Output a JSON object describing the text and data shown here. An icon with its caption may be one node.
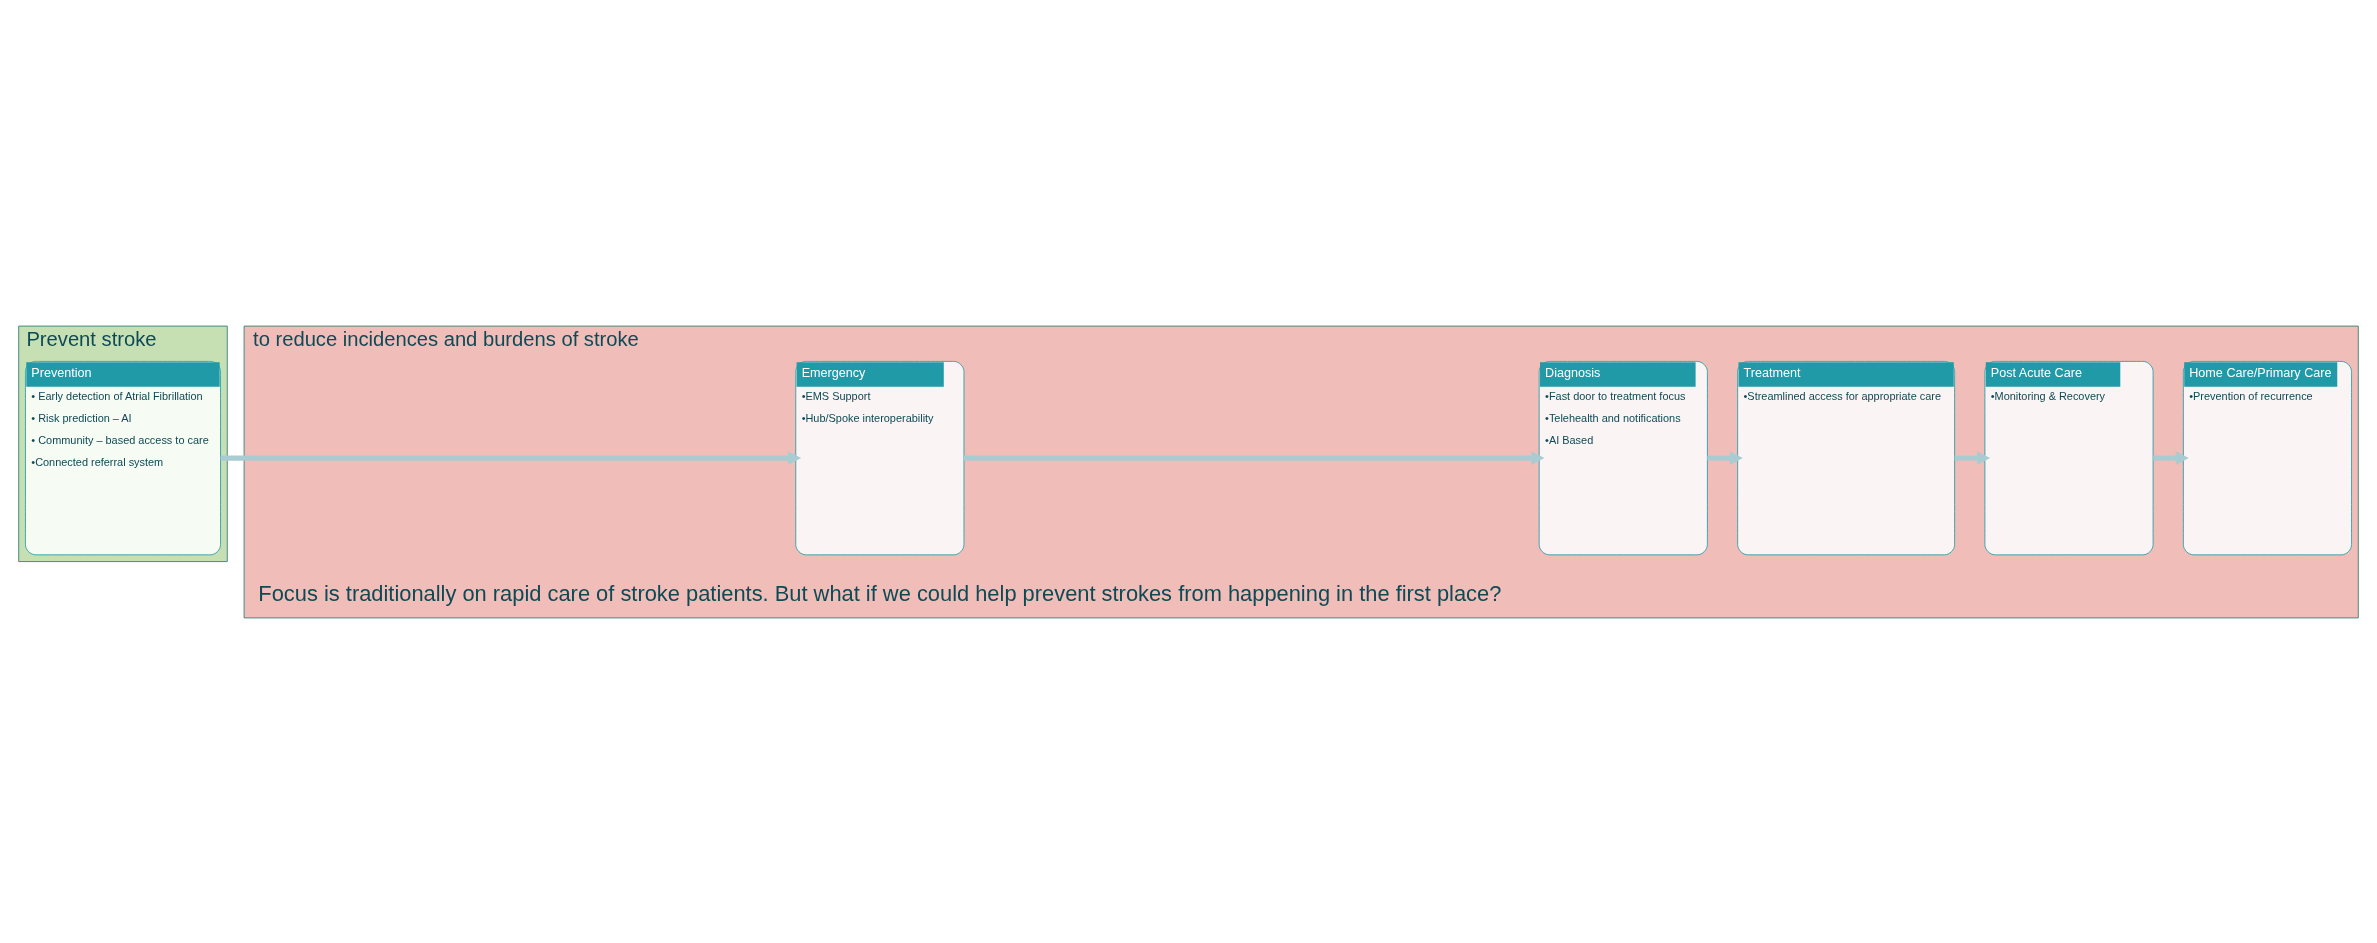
{
  "diagram": {
    "nodes": [
      {
        "text": [
          "Prevent stroke"
        ]
      },
      {
        "text": [
          "Prevention",
          "• Early detection of Atrial Fibrillation",
          "• Risk prediction – AI",
          "• Community – based access to care",
          "•Connected referral system"
        ],
        "in": 0
      },
      {
        "text": [
          "to reduce incidences and burdens of stroke"
        ]
      },
      {
        "text": [
          "Emergency",
          "•EMS Support",
          "•Hub/Spoke interoperability"
        ],
        "in": 2
      },
      {
        "text": [
          "Diagnosis",
          "•Fast door to treatment focus",
          "•Telehealth and notifications",
          "•AI Based"
        ],
        "in": 2
      },
      {
        "text": [
          "Treatment",
          "•Streamlined access for appropriate care"
        ],
        "in": 2
      },
      {
        "text": [
          "Post Acute Care",
          "•Monitoring & Recovery"
        ],
        "in": 2
      },
      {
        "text": [
          "Home Care/Primary Care",
          "•Prevention of recurrence"
        ],
        "in": 2
      }
    ],
    "edges": [
      {
        "from": 1,
        "to": 3,
        "arrow": "to"
      },
      {
        "from": 3,
        "to": 4,
        "arrow": "to"
      },
      {
        "from": 4,
        "to": 5,
        "arrow": "to"
      },
      {
        "from": 5,
        "to": 6,
        "arrow": "to"
      },
      {
        "from": 6,
        "to": 7,
        "arrow": "to"
      }
    ],
    "labels": [
      "Focus is traditionally on rapid care of stroke patients. But what if we could help prevent strokes from happening in the first place?"
    ]
  }
}
